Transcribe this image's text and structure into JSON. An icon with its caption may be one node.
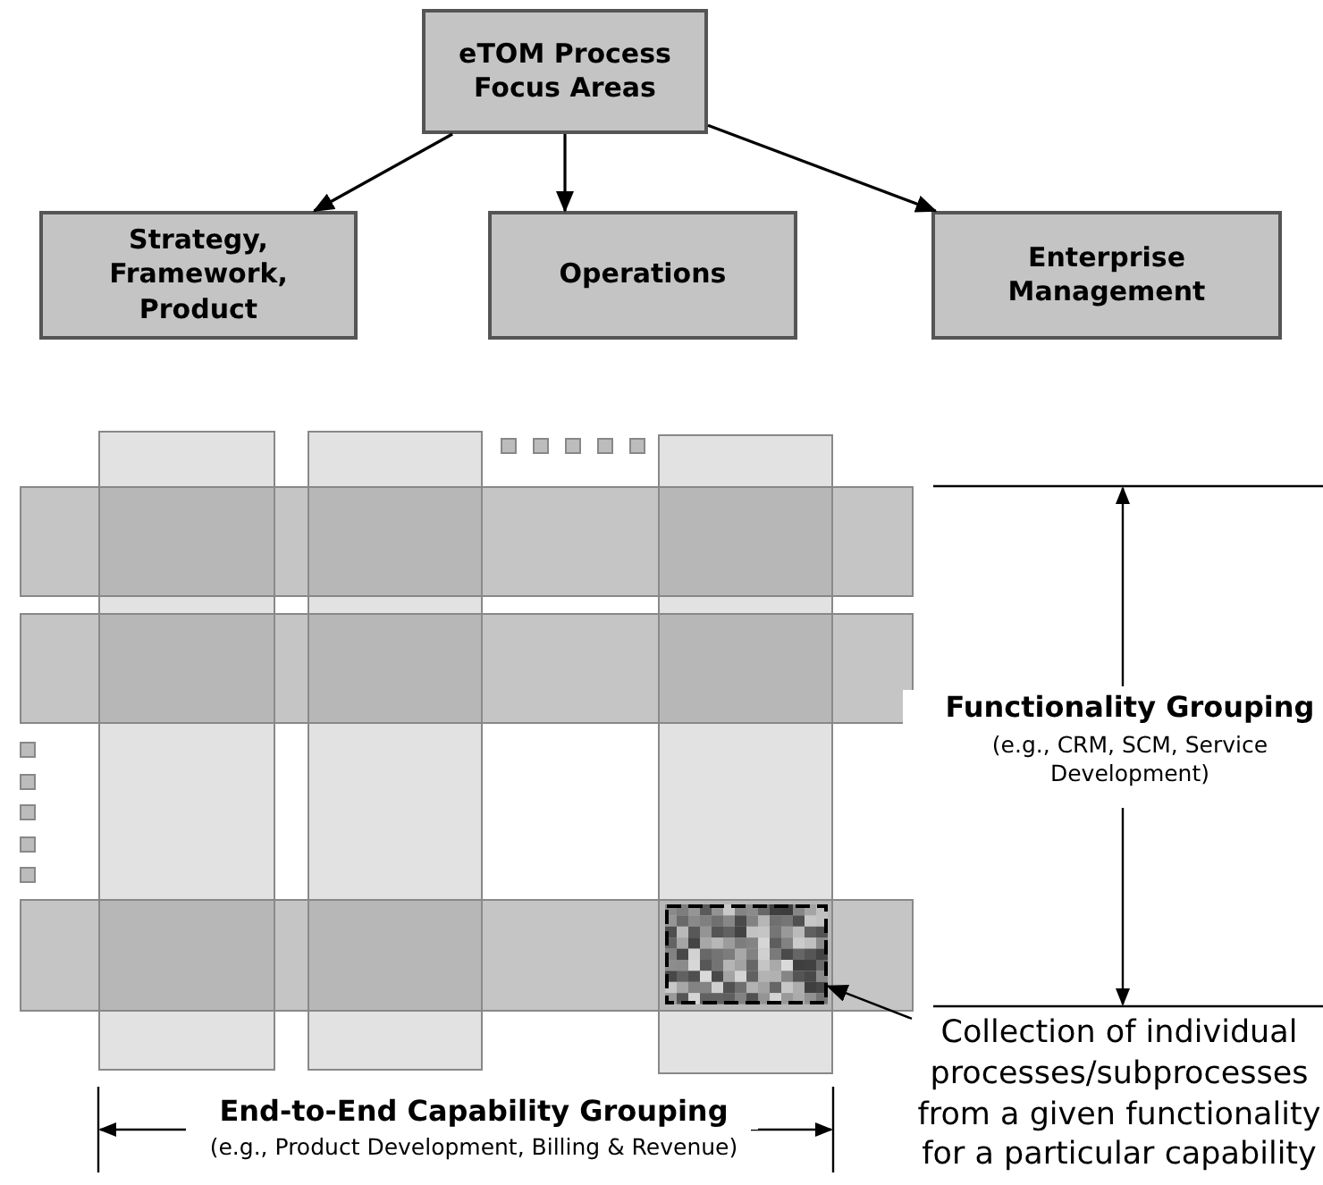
{
  "diagram": {
    "nodes": [
      {
        "text": [
          "eTOM Process Focus Areas"
        ]
      },
      {
        "text": [
          "Strategy, Framework, Product"
        ]
      },
      {
        "text": [
          "Operations"
        ]
      },
      {
        "text": [
          "Enterprise Management"
        ]
      },
      {
        "text": [
          "Collection of individual processes/subprocesses from a given functionality for a particular capability"
        ]
      },
      {
        "text": [],
        "shape": "box"
      }
    ],
    "edges": [
      {
        "from": 0,
        "to": 1,
        "arrow": "to"
      },
      {
        "from": 0,
        "to": 2,
        "arrow": "to"
      },
      {
        "from": 0,
        "to": 3,
        "arrow": "to"
      },
      {
        "from": 4,
        "to": 5,
        "arrow": "to"
      }
    ],
    "labels": [
      "Functionality Grouping",
      "(e.g., CRM, SCM, Service Development)",
      "End-to-End Capability Grouping",
      "(e.g., Product Development, Billing & Revenue)"
    ]
  }
}
